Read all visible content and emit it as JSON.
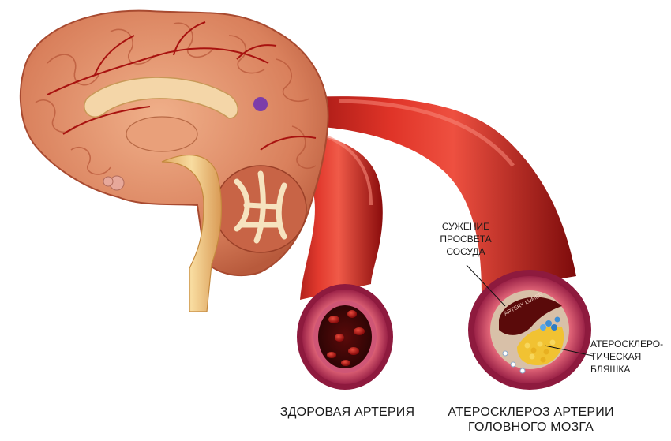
{
  "labels": {
    "narrowing_line1": "СУЖЕНИЕ",
    "narrowing_line2": "ПРОСВЕТА",
    "narrowing_line3": "СОСУДА",
    "plaque_line1": "АТЕРОСКЛЕРО-",
    "plaque_line2": "ТИЧЕСКАЯ",
    "plaque_line3": "БЛЯШКА",
    "lumen_text": "ARTERY LUMEN",
    "healthy_caption": "ЗДОРОВАЯ АРТЕРИЯ",
    "diseased_caption_line1": "АТЕРОСКЛЕРОЗ АРТЕРИИ",
    "diseased_caption_line2": "ГОЛОВНОГО МОЗГА"
  },
  "colors": {
    "artery_red": "#c81e1e",
    "artery_dark": "#7d0b0b",
    "vessel_wall": "#a8325a",
    "brain_tissue": "#d98a63",
    "brain_stem": "#f2c98a",
    "plaque_yellow": "#f1c232",
    "plaque_blue": "#3f8fd6",
    "blood_cell": "#b3191d"
  }
}
